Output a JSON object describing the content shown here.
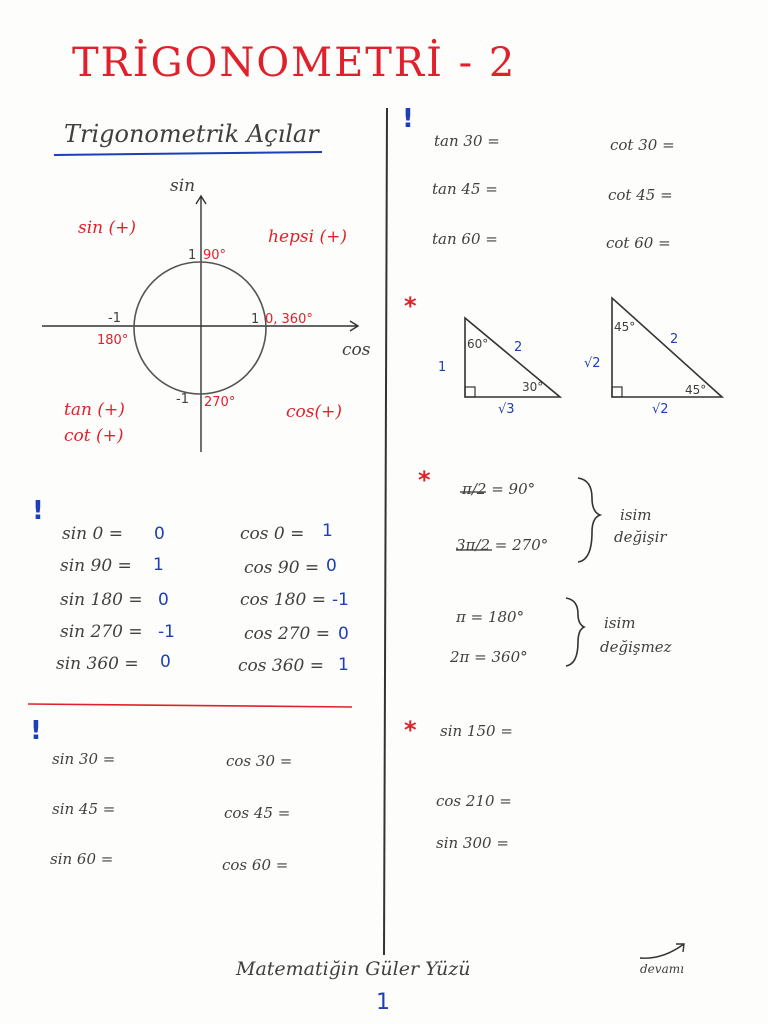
{
  "title": "TRİGONOMETRİ - 2",
  "section_heading": "Trigonometrik Açılar",
  "circle": {
    "axis_sin": "sin",
    "axis_cos": "cos",
    "q2": "sin (+)",
    "q1": "hepsi (+)",
    "q3_tan": "tan (+)",
    "q3_cot": "cot (+)",
    "q4": "cos(+)",
    "top_one": "1",
    "top_angle": "90°",
    "right_one": "1",
    "right_angle": "0, 360°",
    "left_minus": "-1",
    "left_angle": "180°",
    "bottom_minus": "-1",
    "bottom_angle": "270°"
  },
  "basic_values": {
    "sin": [
      {
        "expr": "sin 0 =",
        "val": "0"
      },
      {
        "expr": "sin 90 =",
        "val": "1"
      },
      {
        "expr": "sin 180 =",
        "val": "0"
      },
      {
        "expr": "sin 270 =",
        "val": "-1"
      },
      {
        "expr": "sin 360 =",
        "val": "0"
      }
    ],
    "cos": [
      {
        "expr": "cos 0 =",
        "val": "1"
      },
      {
        "expr": "cos 90 =",
        "val": "0"
      },
      {
        "expr": "cos 180 =",
        "val": "-1"
      },
      {
        "expr": "cos 270 =",
        "val": "0"
      },
      {
        "expr": "cos 360 =",
        "val": "1"
      }
    ]
  },
  "special_sin": [
    "sin 30 =",
    "sin 45 =",
    "sin 60 ="
  ],
  "special_cos": [
    "cos 30 =",
    "cos 45 =",
    "cos 60 ="
  ],
  "special_tan": [
    "tan 30 =",
    "tan 45 =",
    "tan 60 ="
  ],
  "special_cot": [
    "cot 30 =",
    "cot 45 =",
    "cot 60 ="
  ],
  "triangle1": {
    "top_angle": "60°",
    "right_angle": "30°",
    "left": "1",
    "hyp": "2",
    "bottom": "√3"
  },
  "triangle2": {
    "top_angle": "45°",
    "right_angle": "45°",
    "left": "√2",
    "hyp": "2",
    "bottom": "√2"
  },
  "rules": {
    "pi_half": "π/2 = 90°",
    "three_pi_half": "3π/2 = 270°",
    "changes_1": "isim",
    "changes_2": "değişir",
    "pi": "π = 180°",
    "two_pi": "2π = 360°",
    "nochange_1": "isim",
    "nochange_2": "değişmez"
  },
  "exercises": [
    "sin 150 =",
    "cos 210 =",
    "sin 300 ="
  ],
  "footer": "Matematiğin Güler Yüzü",
  "page_number": "1",
  "continue": "devamı"
}
